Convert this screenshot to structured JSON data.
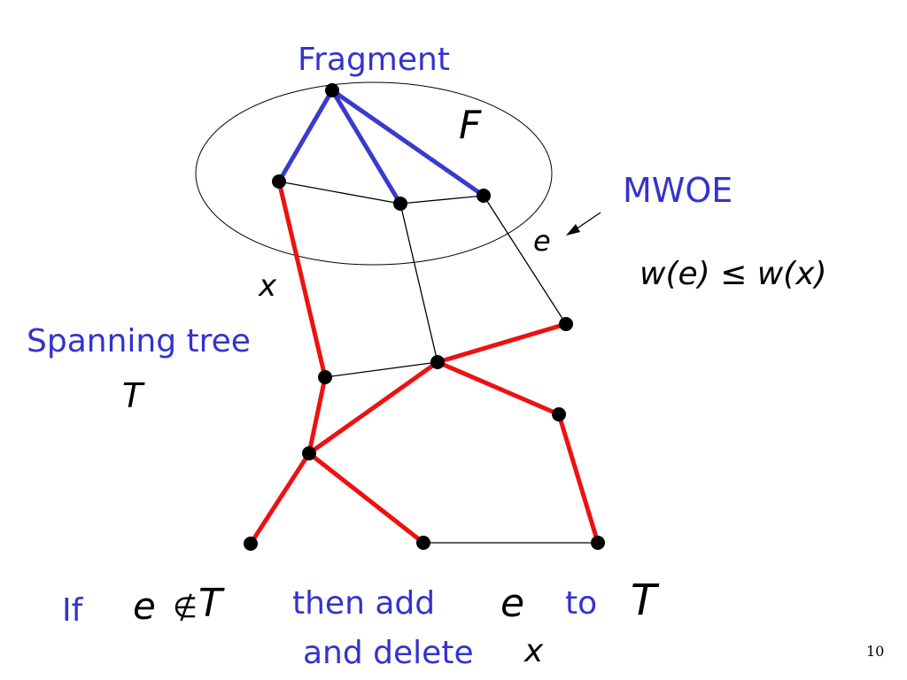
{
  "labels": {
    "fragment": "Fragment",
    "f": "F",
    "mwoe": "MWOE",
    "e_edge": "e",
    "inequality": "w(e) ≤ w(x)",
    "x_edge": "x",
    "spanning_tree": "Spanning tree",
    "t_tree": "T",
    "if_word": "If",
    "e_not_in": "e",
    "not_in_symbol": "∉",
    "t_cond": "T",
    "then_add": "then add",
    "e_add": "e",
    "to_word": "to",
    "t_target": "T",
    "and_delete": "and delete",
    "x_delete": "x",
    "page_number": "10"
  },
  "colors": {
    "fragment_edge": "#3a3acc",
    "tree_edge": "#ee1111",
    "other_edge": "#000000",
    "node": "#000000",
    "text_blue": "#3333cc",
    "text_black": "#000000"
  }
}
